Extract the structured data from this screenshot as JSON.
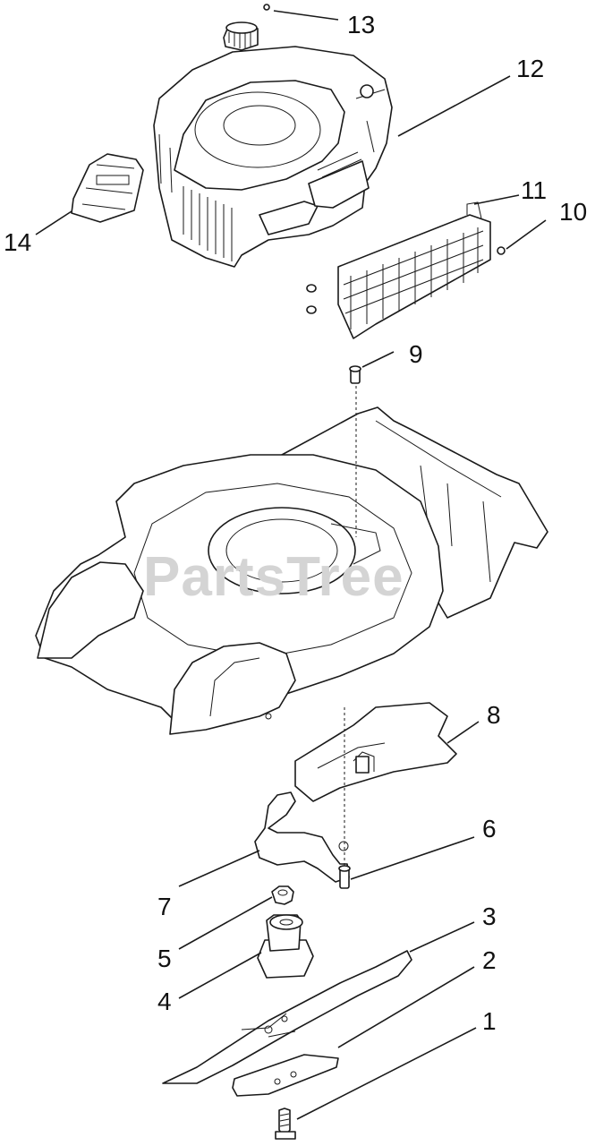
{
  "watermark": "PartsTree",
  "colors": {
    "line": "#1a1a1a",
    "background": "#ffffff",
    "watermark": "#d4d4d4"
  },
  "callouts": [
    "13",
    "12",
    "11",
    "10",
    "14",
    "9",
    "8",
    "6",
    "7",
    "5",
    "3",
    "2",
    "4",
    "1"
  ]
}
